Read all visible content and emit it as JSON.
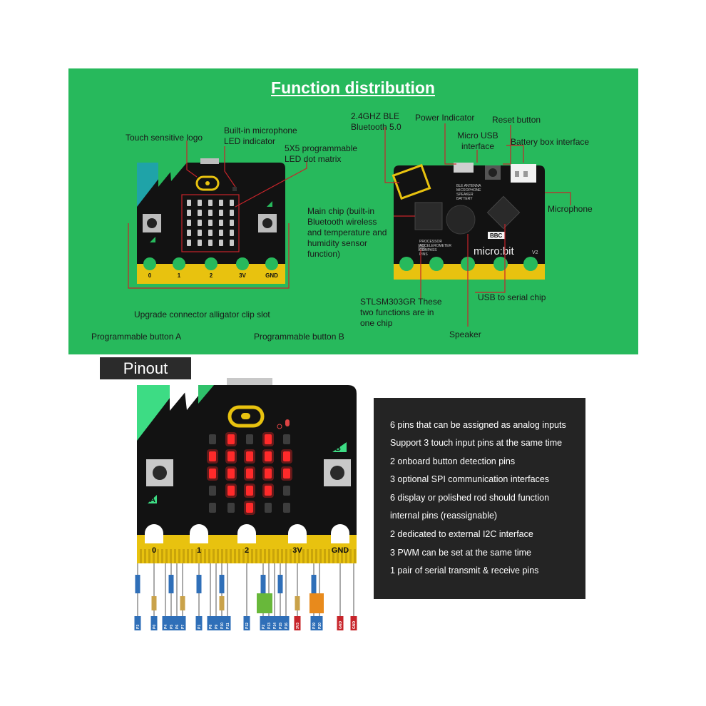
{
  "function_distribution": {
    "title": "Function distribution",
    "labels": {
      "touch_logo": "Touch sensitive logo",
      "microphone_led": "Built-in microphone\nLED indicator",
      "led_matrix": "5X5 programmable\nLED dot matrix",
      "ble": "2.4GHZ BLE\nBluetooth 5.0",
      "power_indicator": "Power Indicator",
      "reset_button": "Reset button",
      "micro_usb": "Micro USB\ninterface",
      "battery_box": "Battery box interface",
      "main_chip": "Main chip (built-in\nBluetooth wireless\nand temperature and\nhumidity sensor\nfunction)",
      "microphone": "Microphone",
      "usb_serial": "USB to serial chip",
      "stlsm": "STLSM303GR These\ntwo functions are in\none chip",
      "speaker": "Speaker",
      "connector": "Upgrade connector alligator clip slot",
      "button_a": "Programmable button A",
      "button_b": "Programmable button B"
    },
    "board_labels": {
      "brand": "micro:bit",
      "bbc": "BBC",
      "v2": "V2",
      "chip_text": "PROCESSOR\nACCELEROMETER\nCOMPASS\nPINS",
      "antenna_text": "BLE ANTENNA\nMICROPHONE\nSPEAKER\nBATTERY"
    },
    "pads": [
      "0",
      "1",
      "2",
      "3V",
      "GND"
    ]
  },
  "pinout": {
    "tag": "Pinout",
    "button_a": "A",
    "button_b": "B",
    "pads": [
      "0",
      "1",
      "2",
      "3V",
      "GND"
    ],
    "info_lines": [
      "6 pins that can be assigned as analog inputs",
      "Support 3 touch input pins at the same time",
      "2 onboard button detection pins",
      "3 optional SPI communication interfaces",
      "6 display or polished rod should function",
      "internal pins (reassignable)",
      "2 dedicated to external I2C interface",
      "3 PWM can be set at the same time",
      "1 pair of serial transmit & receive pins"
    ],
    "led_grid": [
      [
        0,
        1,
        0,
        1,
        0
      ],
      [
        1,
        1,
        1,
        1,
        1
      ],
      [
        1,
        1,
        1,
        1,
        1
      ],
      [
        0,
        1,
        1,
        1,
        0
      ],
      [
        0,
        0,
        1,
        0,
        0
      ]
    ],
    "pin_names": [
      "P3",
      "P0",
      "P4",
      "P5",
      "P6",
      "P7",
      "P1",
      "P8",
      "P9",
      "P10",
      "P11",
      "P12",
      "P2",
      "P13",
      "P14",
      "P15",
      "P16",
      "3V3",
      "P19",
      "P20",
      "GND",
      "GND"
    ],
    "colors": {
      "green_bg": "#27b95c",
      "board": "#121212",
      "gold": "#e8c20f",
      "led_on": "#ff2a2a",
      "led_off": "#3d3d3d",
      "pin_blue": "#2f6fb8",
      "pin_red": "#c7242a",
      "pin_orange": "#e88a1c",
      "pin_green": "#68b83a"
    }
  }
}
